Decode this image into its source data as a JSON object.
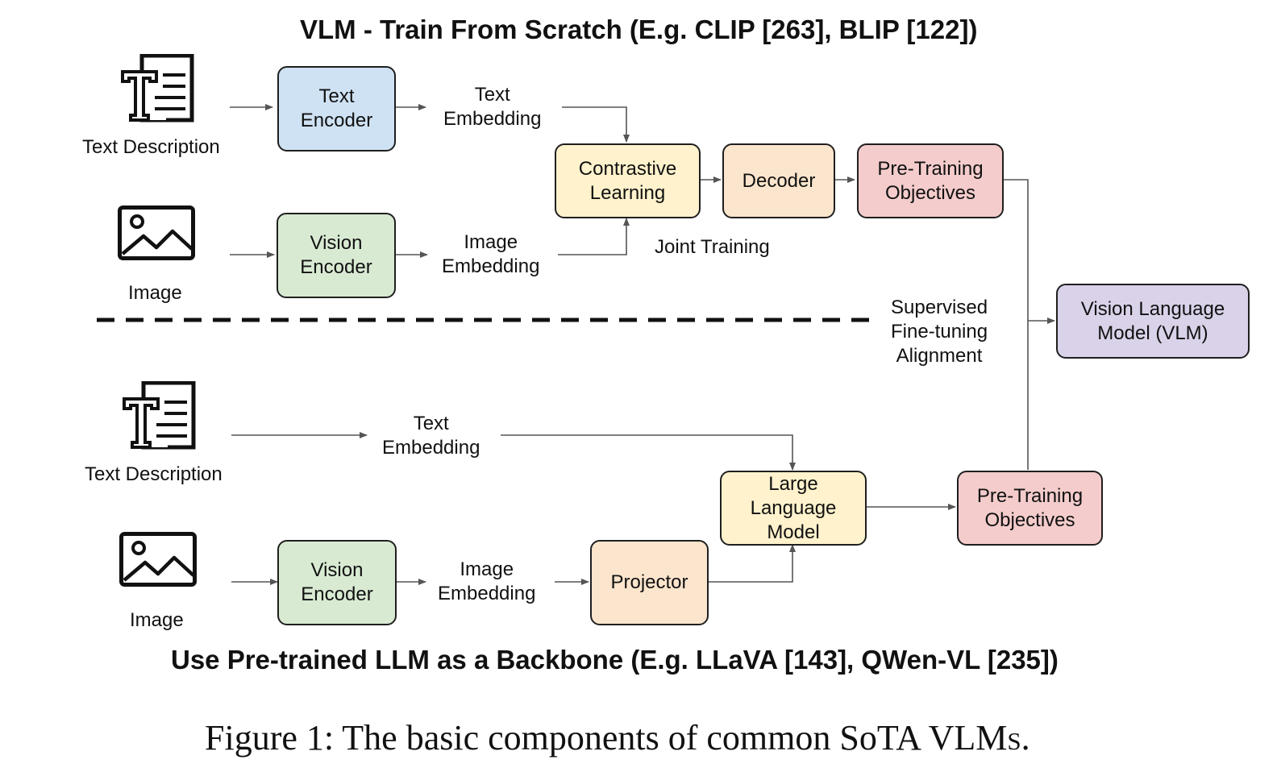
{
  "titles": {
    "top": "VLM - Train From Scratch (E.g. CLIP [263], BLIP [122])",
    "bottom": "Use Pre-trained LLM as a Backbone (E.g. LLaVA [143], QWen-VL [235])"
  },
  "caption": {
    "prefix": "Figure 1: The basic components of common SoTA ",
    "smallcaps": "VLMs."
  },
  "inputs": {
    "top_text": "Text Description",
    "top_image": "Image",
    "bottom_text": "Text Description",
    "bottom_image": "Image"
  },
  "icons": [
    "text-document-icon",
    "image-icon"
  ],
  "top": {
    "text_encoder": "Text\nEncoder",
    "vision_encoder": "Vision\nEncoder",
    "text_embedding": "Text\nEmbedding",
    "image_embedding": "Image\nEmbedding",
    "contrastive": "Contrastive\nLearning",
    "decoder": "Decoder",
    "pretraining": "Pre-Training\nObjectives",
    "joint_training": "Joint Training"
  },
  "middle": {
    "alignment": "Supervised\nFine-tuning\nAlignment",
    "vlm": "Vision Language\nModel (VLM)"
  },
  "bottom": {
    "text_embedding": "Text\nEmbedding",
    "vision_encoder": "Vision\nEncoder",
    "image_embedding": "Image\nEmbedding",
    "projector": "Projector",
    "llm": "Large\nLanguage\nModel",
    "pretraining": "Pre-Training\nObjectives"
  },
  "colors": {
    "blue": "#cfe2f3",
    "green": "#d9ead3",
    "yellow": "#fff2cc",
    "orange": "#fce5cd",
    "pink": "#f4cccc",
    "purple": "#d9d2e9",
    "line": "#555555"
  }
}
